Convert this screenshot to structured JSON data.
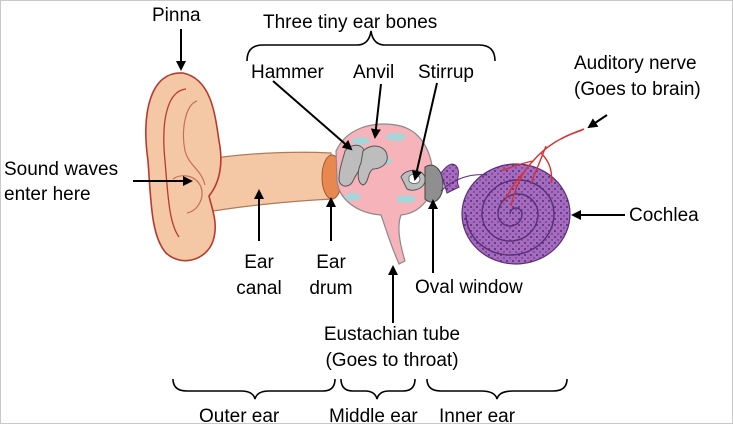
{
  "labels": {
    "pinna": "Pinna",
    "bones_title": "Three tiny ear bones",
    "hammer": "Hammer",
    "anvil": "Anvil",
    "stirrup": "Stirrup",
    "auditory_nerve_1": "Auditory nerve",
    "auditory_nerve_2": "(Goes to brain)",
    "sound_waves_1": "Sound waves",
    "sound_waves_2": "enter here",
    "cochlea": "Cochlea",
    "ear_canal_1": "Ear",
    "ear_canal_2": "canal",
    "ear_drum_1": "Ear",
    "ear_drum_2": "drum",
    "oval_window": "Oval window",
    "eustachian_1": "Eustachian tube",
    "eustachian_2": "(Goes to throat)",
    "outer_ear": "Outer ear",
    "middle_ear": "Middle ear",
    "inner_ear": "Inner ear"
  },
  "colors": {
    "skin": "#f4c7a5",
    "skin_outline": "#b83a2e",
    "middle_ear": "#f6b3b9",
    "middle_ear_spots": "#a7d6d8",
    "bones": "#bdbdbd",
    "cochlea": "#a46bc0",
    "nerve": "#d83030"
  }
}
